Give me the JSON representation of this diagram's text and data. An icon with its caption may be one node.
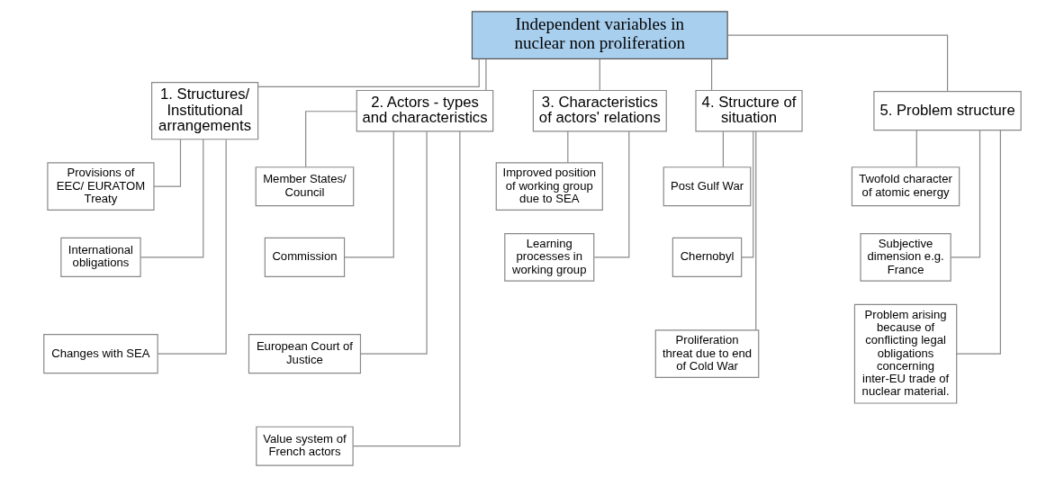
{
  "diagram": {
    "nodes": [
      {
        "text": [
          "Independent variables in nuclear non proliferation"
        ]
      },
      {
        "text": [
          "1. Structures/ Institutional arrangements"
        ]
      },
      {
        "text": [
          "2. Actors - types and characteristics"
        ]
      },
      {
        "text": [
          "3. Characteristics of actors' relations"
        ]
      },
      {
        "text": [
          "4. Structure of situation"
        ]
      },
      {
        "text": [
          "5. Problem structure"
        ]
      },
      {
        "text": [
          "Provisions of EEC/ EURATOM Treaty"
        ]
      },
      {
        "text": [
          "International obligations"
        ]
      },
      {
        "text": [
          "Changes with SEA"
        ]
      },
      {
        "text": [
          "Member States/ Council"
        ]
      },
      {
        "text": [
          "Commission"
        ]
      },
      {
        "text": [
          "European Court of Justice"
        ]
      },
      {
        "text": [
          "Value system of French actors"
        ]
      },
      {
        "text": [
          "Improved position of working group due to SEA"
        ]
      },
      {
        "text": [
          "Learning processes in working group"
        ]
      },
      {
        "text": [
          "Post Gulf War"
        ]
      },
      {
        "text": [
          "Chernobyl"
        ]
      },
      {
        "text": [
          "Proliferation threat due to end of Cold War"
        ]
      },
      {
        "text": [
          "Twofold character of atomic energy"
        ]
      },
      {
        "text": [
          "Subjective dimension e.g. France"
        ]
      },
      {
        "text": [
          "Problem arising because of conflicting legal obligations concerning inter-EU trade of nuclear material."
        ]
      }
    ],
    "edges": [
      {
        "from": 0,
        "to": 1,
        "arrow": "none"
      },
      {
        "from": 0,
        "to": 2,
        "arrow": "none"
      },
      {
        "from": 0,
        "to": 3,
        "arrow": "none"
      },
      {
        "from": 0,
        "to": 4,
        "arrow": "none"
      },
      {
        "from": 0,
        "to": 5,
        "arrow": "none"
      },
      {
        "from": 1,
        "to": 6,
        "arrow": "none"
      },
      {
        "from": 1,
        "to": 7,
        "arrow": "none"
      },
      {
        "from": 1,
        "to": 8,
        "arrow": "none"
      },
      {
        "from": 2,
        "to": 9,
        "arrow": "none"
      },
      {
        "from": 2,
        "to": 10,
        "arrow": "none"
      },
      {
        "from": 2,
        "to": 11,
        "arrow": "none"
      },
      {
        "from": 2,
        "to": 12,
        "arrow": "none"
      },
      {
        "from": 3,
        "to": 13,
        "arrow": "none"
      },
      {
        "from": 3,
        "to": 14,
        "arrow": "none"
      },
      {
        "from": 4,
        "to": 15,
        "arrow": "none"
      },
      {
        "from": 4,
        "to": 16,
        "arrow": "none"
      },
      {
        "from": 4,
        "to": 17,
        "arrow": "none"
      },
      {
        "from": 5,
        "to": 18,
        "arrow": "none"
      },
      {
        "from": 5,
        "to": 19,
        "arrow": "none"
      },
      {
        "from": 5,
        "to": 20,
        "arrow": "none"
      }
    ]
  }
}
